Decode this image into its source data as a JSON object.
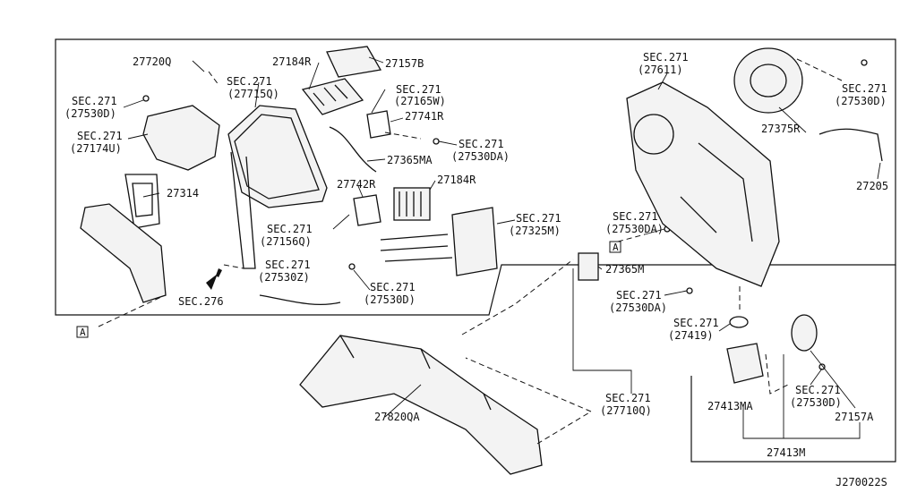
{
  "diagram": {
    "page_ref": "J270022S",
    "sec276": "SEC.276",
    "marker": "A",
    "parts": {
      "p27720Q": "27720Q",
      "p27184R_top": "27184R",
      "p27157B": "27157B",
      "p27165W": "(27165W)",
      "p27741R": "27741R",
      "p27365MA": "27365MA",
      "p27742R": "27742R",
      "p27184R_mid": "27184R",
      "p27314": "27314",
      "p27325M": "(27325M)",
      "p27156Q": "(27156Q)",
      "p27530Z": "(27530Z)",
      "p27530D_a": "(27530D)",
      "p27530D_b": "(27530D)",
      "p27530D_c": "(27530D)",
      "p27530D_d": "(27530D)",
      "p27174U": "(27174U)",
      "p27715Q": "(27715Q)",
      "p27611": "(27611)",
      "p27375R": "27375R",
      "p27205": "27205",
      "p27530DA_a": "(27530DA)",
      "p27530DA_b": "(27530DA)",
      "p27530DA_c": "(27530DA)",
      "p27365M": "27365M",
      "p27419": "(27419)",
      "p27413MA": "27413MA",
      "p27157A": "27157A",
      "p27413M": "27413M",
      "p27820QA": "27820QA",
      "p27710Q": "(27710Q)",
      "sec271": "SEC.271"
    }
  }
}
